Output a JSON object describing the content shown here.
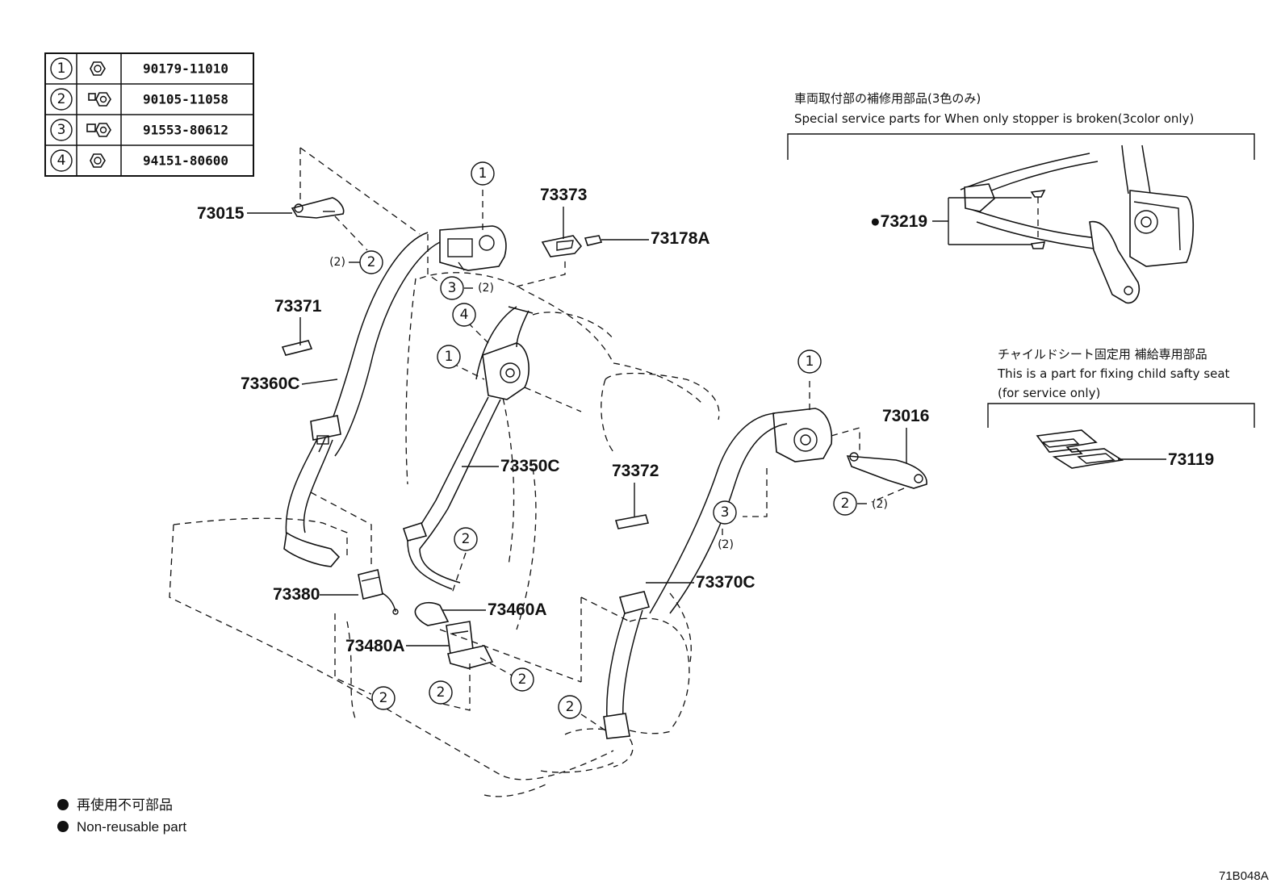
{
  "fastener_table": [
    {
      "ref": "1",
      "icon": "nut-icon",
      "part_no": "90179-11010"
    },
    {
      "ref": "2",
      "icon": "bolt-icon",
      "part_no": "90105-11058"
    },
    {
      "ref": "3",
      "icon": "bolt-icon",
      "part_no": "91553-80612"
    },
    {
      "ref": "4",
      "icon": "nut-icon",
      "part_no": "94151-80600"
    }
  ],
  "callouts": {
    "p73015": "73015",
    "p73371": "73371",
    "p73360C": "73360C",
    "p73373": "73373",
    "p73178A": "73178A",
    "p73350C": "73350C",
    "p73372": "73372",
    "p73380": "73380",
    "p73460A": "73460A",
    "p73480A": "73480A",
    "p73016": "73016",
    "p73370C": "73370C",
    "p73219": "●73219",
    "p73119": "73119"
  },
  "circle_refs": {
    "c1": "1",
    "c2": "2",
    "c3": "3",
    "c4": "4"
  },
  "qty_label": "(2)",
  "notes": {
    "stopper_jp": "車両取付部の補修用部品(3色のみ)",
    "stopper_en": "Special service parts for When only stopper is broken(3color only)",
    "child_jp": "チャイルドシート固定用 補給専用部品",
    "child_en1": "This is a part for fixing child safty seat",
    "child_en2": "(for service only)"
  },
  "legend": {
    "jp": "再使用不可部品",
    "en": "Non-reusable part"
  },
  "diagram_code": "71B048A"
}
